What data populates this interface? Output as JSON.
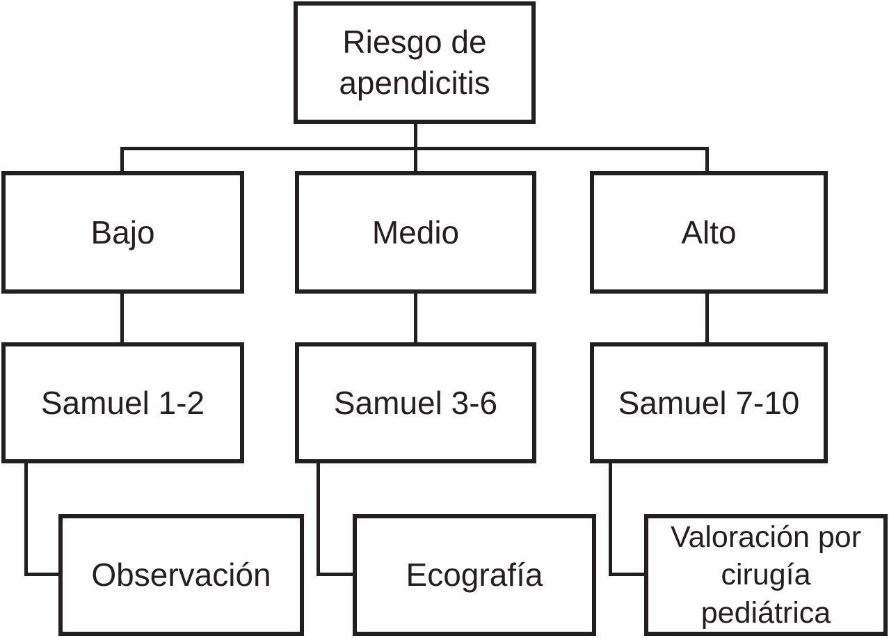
{
  "diagram": {
    "type": "flowchart",
    "language": "es",
    "colors": {
      "line": "#231f20",
      "text": "#231f20",
      "background": "#ffffff"
    },
    "root": {
      "label": "Riesgo de\napendicitis"
    },
    "branches": [
      {
        "risk": "Bajo",
        "score": "Samuel 1-2",
        "action": "Observación"
      },
      {
        "risk": "Medio",
        "score": "Samuel 3-6",
        "action": "Ecografía"
      },
      {
        "risk": "Alto",
        "score": "Samuel 7-10",
        "action": "Valoración por\ncirugía\npediátrica"
      }
    ]
  }
}
